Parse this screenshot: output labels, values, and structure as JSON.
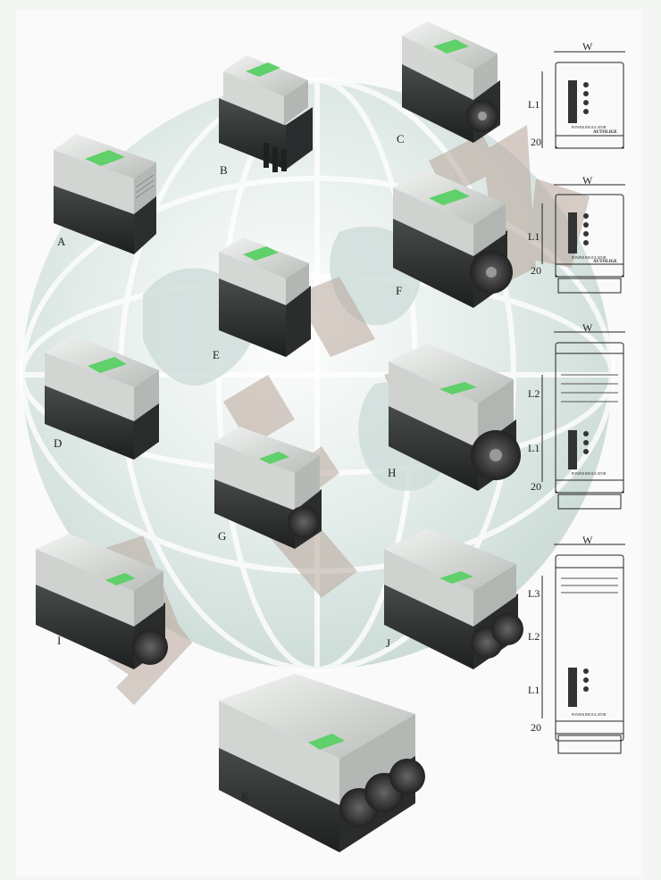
{
  "products": [
    {
      "id": "A",
      "label": "A"
    },
    {
      "id": "B",
      "label": "B"
    },
    {
      "id": "C",
      "label": "C"
    },
    {
      "id": "D",
      "label": "D"
    },
    {
      "id": "E",
      "label": "E"
    },
    {
      "id": "F",
      "label": "F"
    },
    {
      "id": "G",
      "label": "G"
    },
    {
      "id": "H",
      "label": "H"
    },
    {
      "id": "I",
      "label": "I"
    },
    {
      "id": "J",
      "label": "J"
    },
    {
      "id": "K",
      "label": "K"
    }
  ],
  "drawings": [
    {
      "width_label": "W",
      "l1": "L1",
      "bottom": "20",
      "panel_title": "POWER REGULATOR",
      "brand": "AUTOLIGE"
    },
    {
      "width_label": "W",
      "l1": "L1",
      "bottom": "20",
      "panel_title": "POWER REGULATOR",
      "brand": "AUTOLIGE"
    },
    {
      "width_label": "W",
      "l2": "L2",
      "l1": "L1",
      "bottom": "20",
      "panel_title": "POWER REGULATOR"
    },
    {
      "width_label": "W",
      "l3": "L3",
      "l2": "L2",
      "l1": "L1",
      "bottom": "20",
      "panel_title": "POWER REGULATOR"
    }
  ],
  "colors": {
    "background": "#f4f6f4",
    "globe": "#dfeae8",
    "case_light": "#d8dcd8",
    "case_dark": "#2a2c2c",
    "terminal_green": "#5fd06a",
    "watermark": "#b8a59a"
  }
}
